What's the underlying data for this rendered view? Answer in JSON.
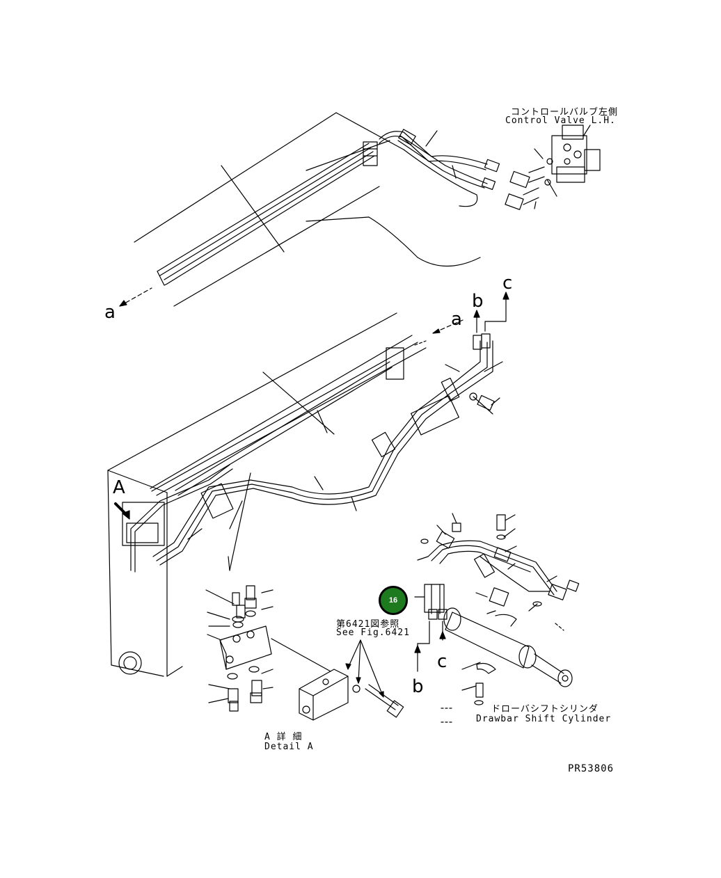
{
  "labels": {
    "control_valve_jp": "コントロールバルブ左側",
    "control_valve_en": "Control Valve L.H.",
    "see_fig_jp": "第6421図参照",
    "see_fig_en": "See Fig.6421",
    "drawbar_jp": "ドローバシフトシリンダ",
    "drawbar_en": "Drawbar Shift Cylinder",
    "detail_jp": "A 詳 細",
    "detail_en": "Detail A",
    "part_code": "PR53806"
  },
  "letters": {
    "a1": "a",
    "a2": "a",
    "b1": "b",
    "b2": "b",
    "c1": "c",
    "c2": "c",
    "A": "A"
  },
  "callout": {
    "number": "16",
    "color": "#1e7a1e"
  }
}
